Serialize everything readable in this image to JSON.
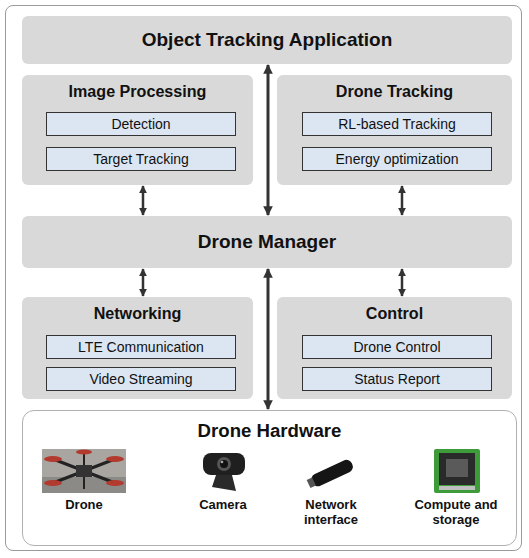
{
  "diagram": {
    "nodes": [
      {
        "text": [
          "Object Tracking Application"
        ]
      },
      {
        "text": [
          "Image Processing"
        ]
      },
      {
        "text": [
          "Detection"
        ],
        "in": 1
      },
      {
        "text": [
          "Target Tracking"
        ],
        "in": 1
      },
      {
        "text": [
          "Drone Tracking"
        ]
      },
      {
        "text": [
          "RL-based Tracking"
        ],
        "in": 4
      },
      {
        "text": [
          "Energy optimization"
        ],
        "in": 4
      },
      {
        "text": [
          "Drone Manager"
        ]
      },
      {
        "text": [
          "Networking"
        ]
      },
      {
        "text": [
          "LTE Communication"
        ],
        "in": 8
      },
      {
        "text": [
          "Video Streaming"
        ],
        "in": 8
      },
      {
        "text": [
          "Control"
        ]
      },
      {
        "text": [
          "Drone Control"
        ],
        "in": 11
      },
      {
        "text": [
          "Status Report"
        ],
        "in": 11
      },
      {
        "text": [
          "Drone Hardware"
        ]
      }
    ],
    "edges": [
      {
        "from": 0,
        "to": 7,
        "arrow": "both"
      },
      {
        "from": 1,
        "to": 7,
        "arrow": "both"
      },
      {
        "from": 4,
        "to": 7,
        "arrow": "both"
      },
      {
        "from": 7,
        "to": 8,
        "arrow": "both"
      },
      {
        "from": 7,
        "to": 11,
        "arrow": "both"
      },
      {
        "from": 7,
        "to": 14,
        "arrow": "both"
      }
    ],
    "labels": [
      "Drone",
      "Camera",
      "Network interface",
      "Compute and storage"
    ]
  }
}
